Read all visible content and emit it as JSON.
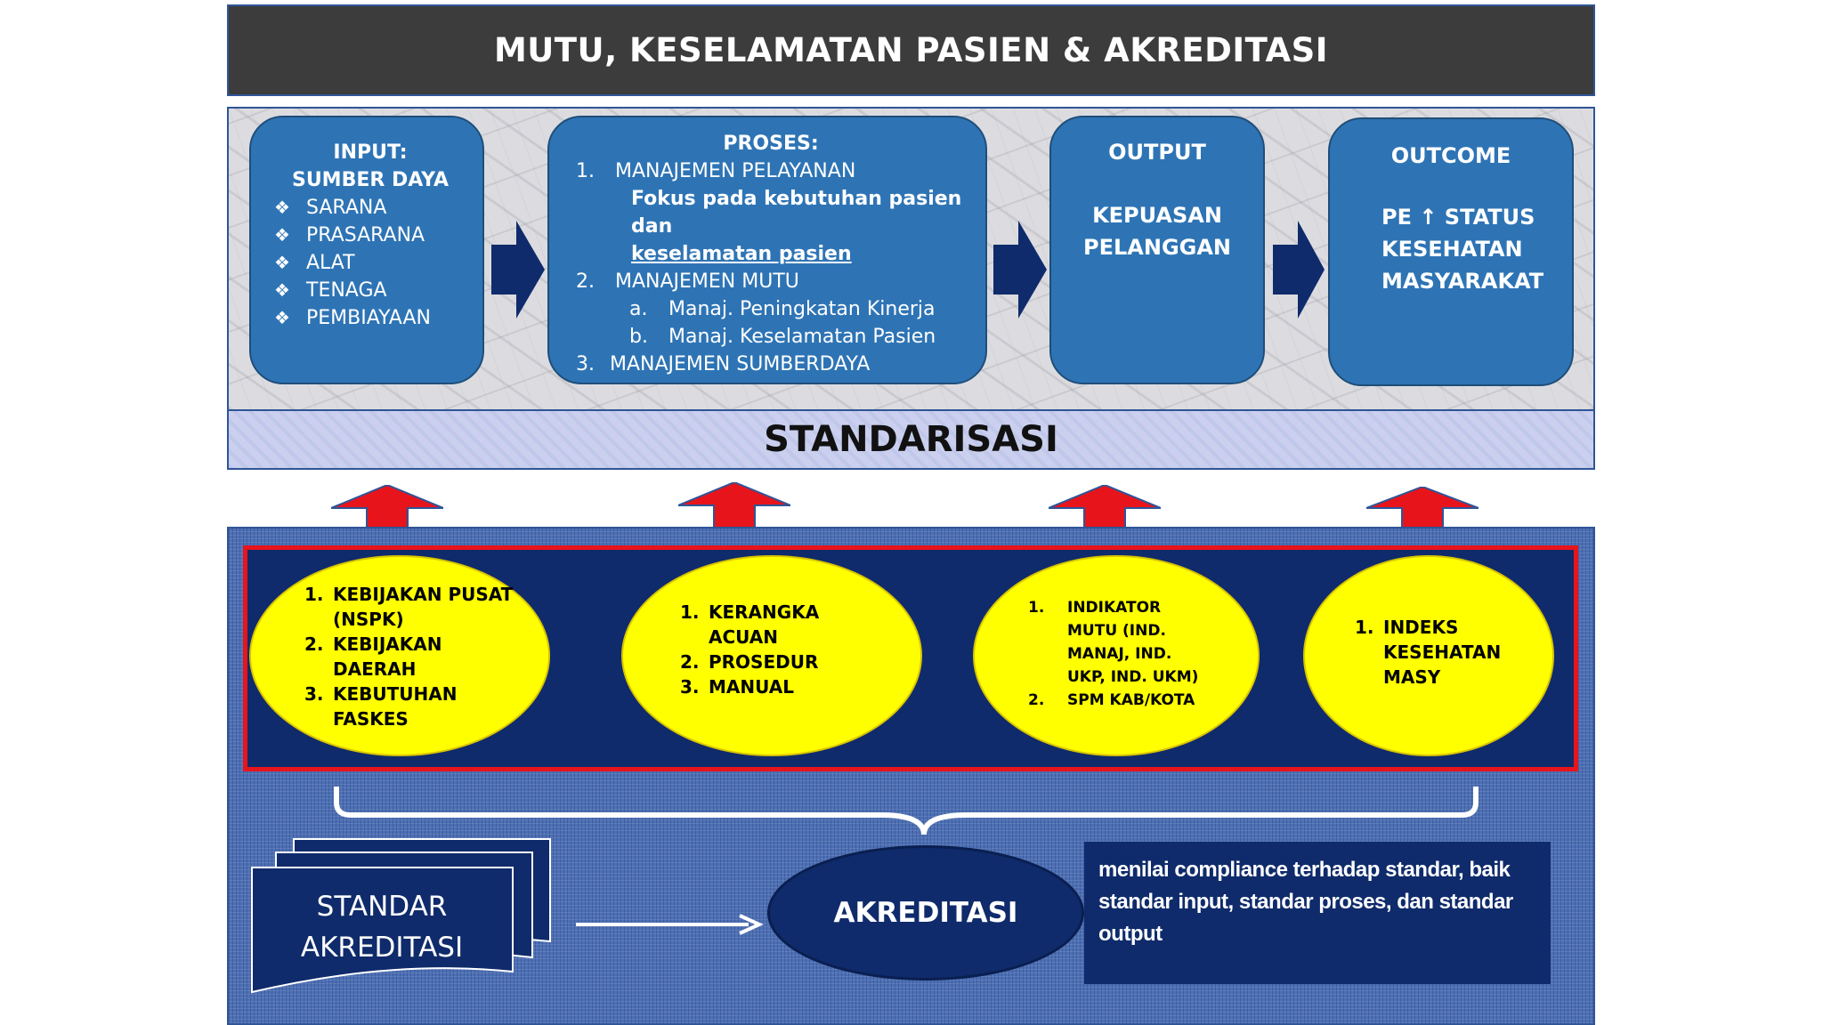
{
  "header": {
    "title": "MUTU, KESELAMATAN PASIEN & AKREDITASI"
  },
  "input": {
    "title1": "INPUT:",
    "title2": "SUMBER DAYA",
    "items": [
      "SARANA",
      "PRASARANA",
      "ALAT",
      "TENAGA",
      "PEMBIAYAAN"
    ]
  },
  "proses": {
    "title": "PROSES:",
    "item1_num": "1.",
    "item1": "MANAJEMEN PELAYANAN",
    "item1_sub1": "Fokus pada kebutuhan pasien dan",
    "item1_sub2": "keselamatan pasien",
    "item2_num": "2.",
    "item2": "MANAJEMEN MUTU",
    "item2a_num": "a.",
    "item2a": "Manaj. Peningkatan Kinerja",
    "item2b_num": "b.",
    "item2b": "Manaj. Keselamatan Pasien",
    "item3_num": "3.",
    "item3": "MANAJEMEN SUMBERDAYA"
  },
  "output": {
    "title": "OUTPUT",
    "line1": "KEPUASAN",
    "line2": "PELANGGAN"
  },
  "outcome": {
    "title": "OUTCOME",
    "line1": "PE ↑ STATUS",
    "line2": "KESEHATAN",
    "line3": "MASYARAKAT"
  },
  "standarisasi": "STANDARISASI",
  "ellipses": {
    "e1": [
      {
        "n": "1.",
        "t": "KEBIJAKAN PUSAT"
      },
      {
        "n": "",
        "t": "(NSPK)"
      },
      {
        "n": "2.",
        "t": "KEBIJAKAN"
      },
      {
        "n": "",
        "t": "DAERAH"
      },
      {
        "n": "3.",
        "t": "KEBUTUHAN"
      },
      {
        "n": "",
        "t": "FASKES"
      }
    ],
    "e2": [
      {
        "n": "1.",
        "t": "KERANGKA"
      },
      {
        "n": "",
        "t": "ACUAN"
      },
      {
        "n": "2.",
        "t": "PROSEDUR"
      },
      {
        "n": "3.",
        "t": "MANUAL"
      }
    ],
    "e3": [
      {
        "n": "1.",
        "t": "INDIKATOR"
      },
      {
        "n": "",
        "t": "MUTU (IND."
      },
      {
        "n": "",
        "t": "MANAJ, IND."
      },
      {
        "n": "",
        "t": "UKP, IND. UKM)"
      },
      {
        "n": "2.",
        "t": "SPM KAB/KOTA"
      }
    ],
    "e4": [
      {
        "n": "1.",
        "t": "INDEKS"
      },
      {
        "n": "",
        "t": "KESEHATAN"
      },
      {
        "n": "",
        "t": "MASY"
      }
    ]
  },
  "standar_akreditasi": {
    "line1": "STANDAR",
    "line2": "AKREDITASI"
  },
  "akreditasi": "AKREDITASI",
  "description": "menilai compliance terhadap standar, baik standar input, standar proses, dan standar output",
  "colors": {
    "header_bg": "#3c3c3c",
    "box_blue": "#2e74b5",
    "navy": "#0f2b6b",
    "yellow": "#ffff00",
    "red": "#e8141b"
  }
}
